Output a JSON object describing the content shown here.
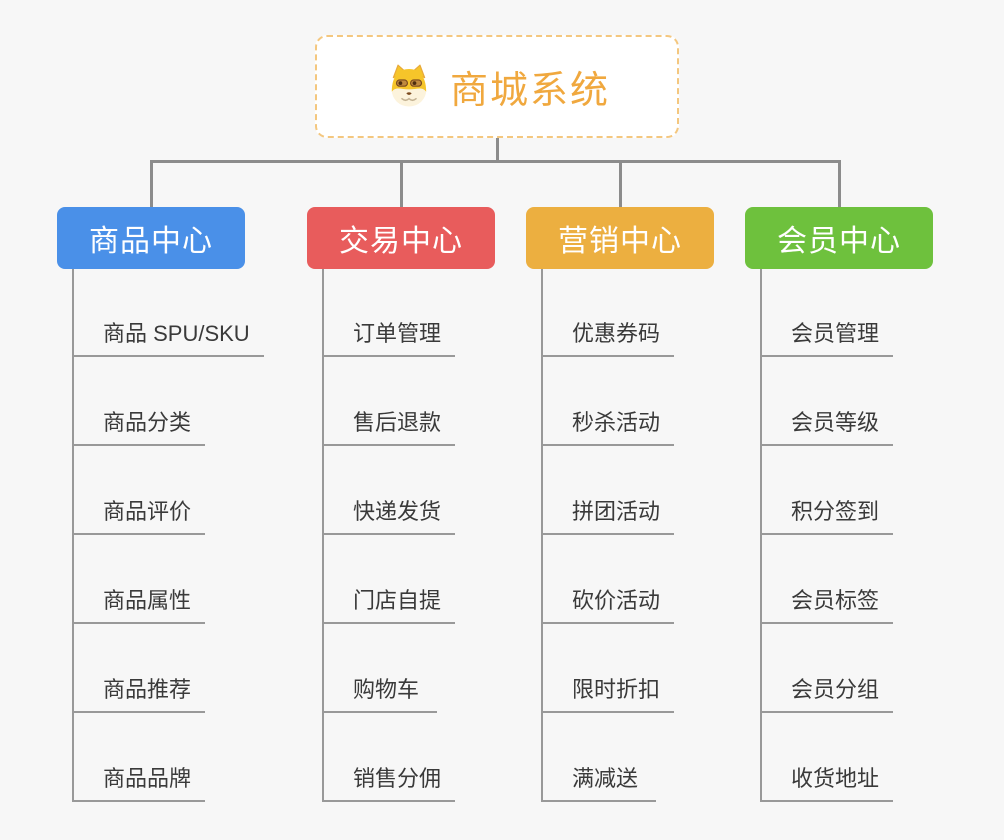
{
  "app": {
    "background": "#F7F7F7",
    "connector_color": "#8C8C8C",
    "underline_color": "#999999",
    "item_text_color": "#3A3A3A"
  },
  "root": {
    "title": "商城系统",
    "icon": "dog-face-icon",
    "text_color": "#F0A83E",
    "border_color": "#F4C77F",
    "background": "#FFFFFF"
  },
  "branches": [
    {
      "label": "商品中心",
      "color": "#4A90E8",
      "children": [
        "商品 SPU/SKU",
        "商品分类",
        "商品评价",
        "商品属性",
        "商品推荐",
        "商品品牌"
      ]
    },
    {
      "label": "交易中心",
      "color": "#E85C5C",
      "children": [
        "订单管理",
        "售后退款",
        "快递发货",
        "门店自提",
        "购物车",
        "销售分佣"
      ]
    },
    {
      "label": "营销中心",
      "color": "#ECAF40",
      "children": [
        "优惠券码",
        "秒杀活动",
        "拼团活动",
        "砍价活动",
        "限时折扣",
        "满减送"
      ]
    },
    {
      "label": "会员中心",
      "color": "#6EC13D",
      "children": [
        "会员管理",
        "会员等级",
        "积分签到",
        "会员标签",
        "会员分组",
        "收货地址"
      ]
    }
  ]
}
